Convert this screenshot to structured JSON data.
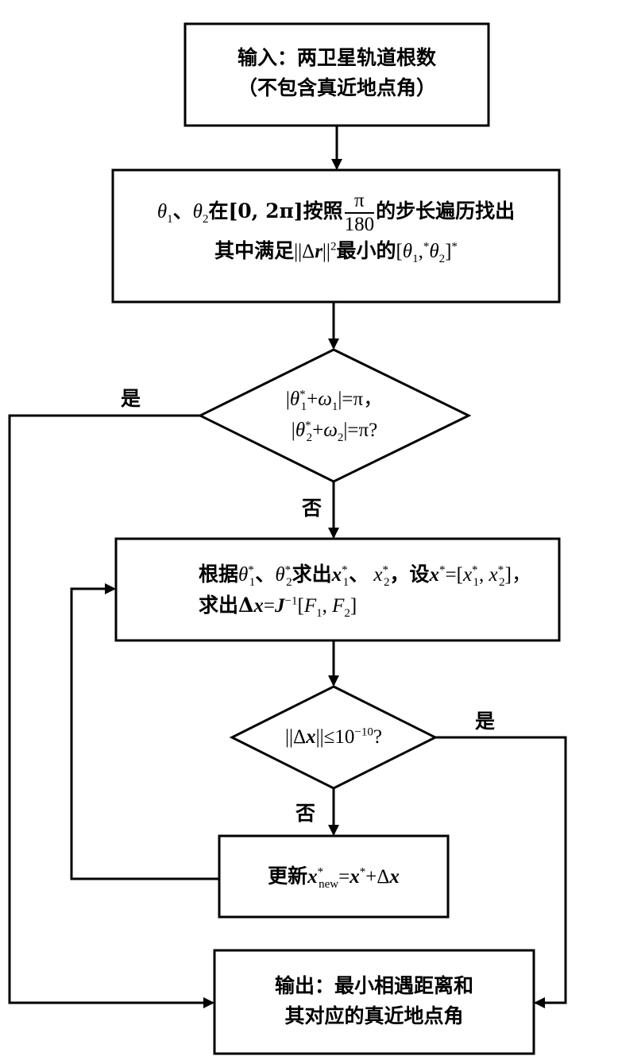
{
  "start": {
    "line1": "输入：两卫星轨道根数",
    "line2": "（不包含真近地点角）"
  },
  "search": {
    "pre": "在[0, 2π]按照",
    "frac_num": "π",
    "frac_den": "180",
    "post": "的步长遍历找出",
    "line2_pre": "其中满足",
    "line2_mid": "最小的"
  },
  "check_pi": {
    "rhs1": "=π，",
    "rhs2": "=π?"
  },
  "compute": {
    "line1_a": "根据",
    "line1_b": "求出",
    "line1_c": "，设",
    "line2_a": "求出Δ"
  },
  "converge": {
    "text": "≤10",
    "exp": "−10",
    "tail": "?"
  },
  "update": {
    "pre": "更新",
    "sub": "new"
  },
  "output": {
    "line1": "输出：最小相遇距离和",
    "line2": "其对应的真近地点角"
  },
  "labels": {
    "yes": "是",
    "no": "否"
  }
}
